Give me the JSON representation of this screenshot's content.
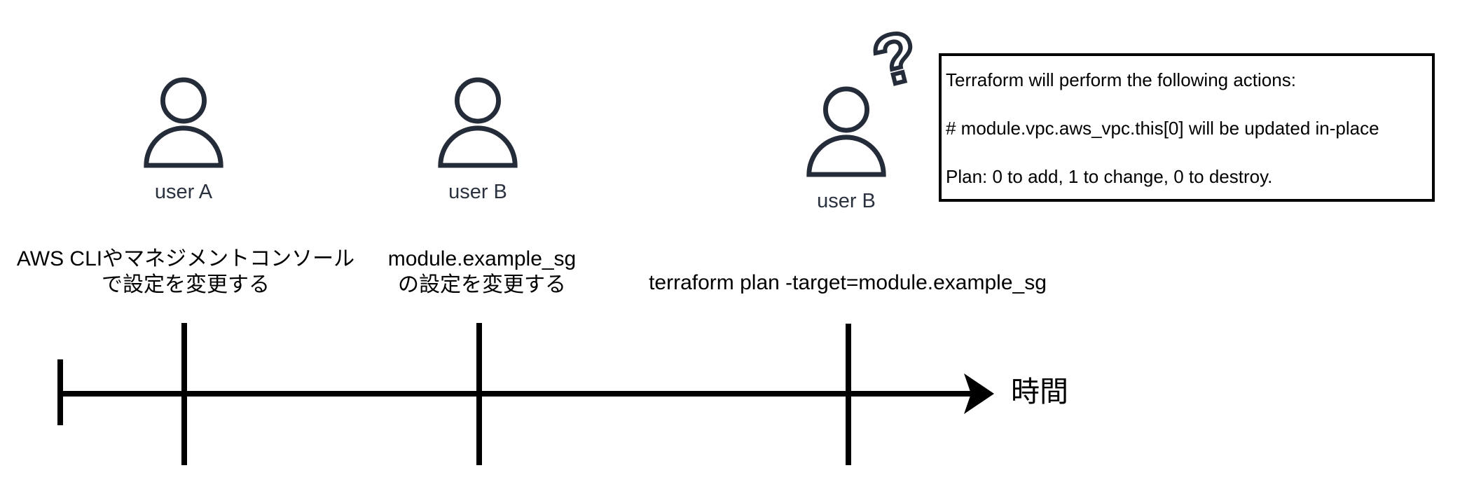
{
  "actors": [
    {
      "label": "user A"
    },
    {
      "label": "user B"
    },
    {
      "label": "user B"
    }
  ],
  "question_mark_glyph": "?",
  "events": [
    {
      "lines": [
        "AWS CLIやマネジメントコンソール",
        "で設定を変更する"
      ]
    },
    {
      "lines": [
        "module.example_sg",
        "の設定を変更する"
      ]
    },
    {
      "lines": [
        "terraform plan -target=module.example_sg"
      ]
    }
  ],
  "plan_box": {
    "lines": [
      "Terraform will perform the following actions:",
      "# module.vpc.aws_vpc.this[0] will be updated in-place",
      "Plan: 0 to add, 1 to change, 0 to destroy."
    ]
  },
  "timeline": {
    "axis_label": "時間"
  },
  "colors": {
    "actor": "#252c39",
    "text": "#000000",
    "background": "#ffffff"
  }
}
